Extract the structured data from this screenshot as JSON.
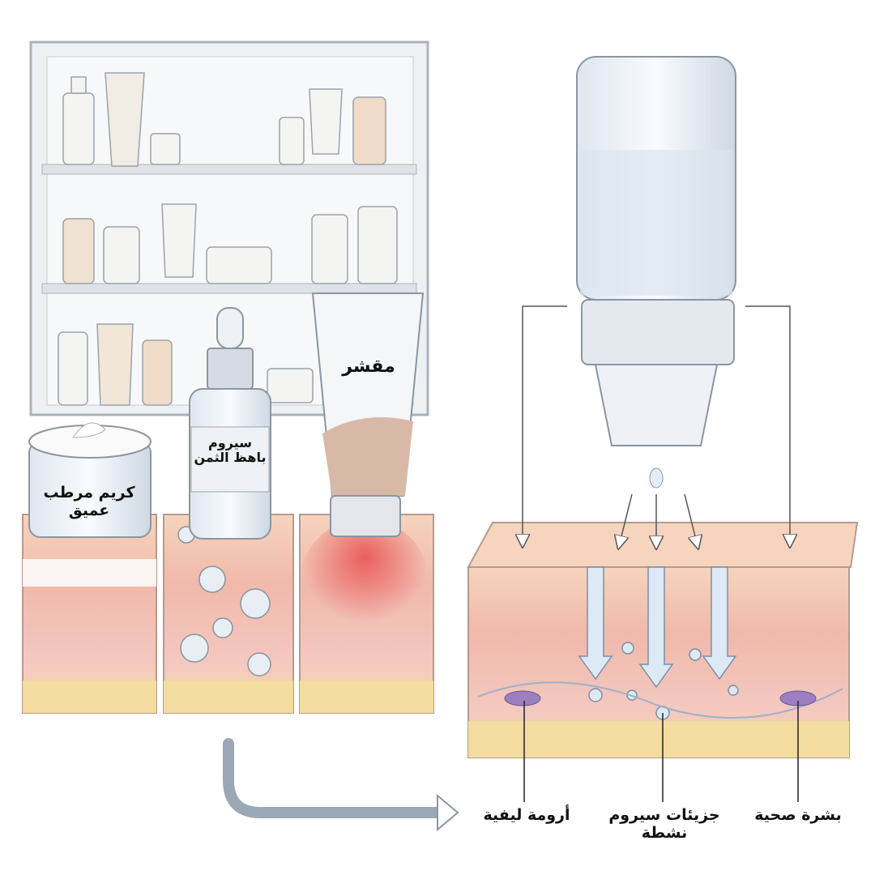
{
  "products": {
    "cream": "كريم مرطب عميق",
    "serum": "سيروم باهظ الثمن",
    "scrub": "مقشر"
  },
  "callouts": {
    "fibroblast": "أرومة ليفية",
    "serum_particles": "جزيئات سيروم نشطة",
    "healthy_skin": "بشرة صحية"
  },
  "colors": {
    "skin_top": "#f3c9b0",
    "dermis": "#f2b8b0",
    "fat": "#f2dca0",
    "irritation": "#e8454a",
    "cabinet": "#dfe3e8"
  }
}
